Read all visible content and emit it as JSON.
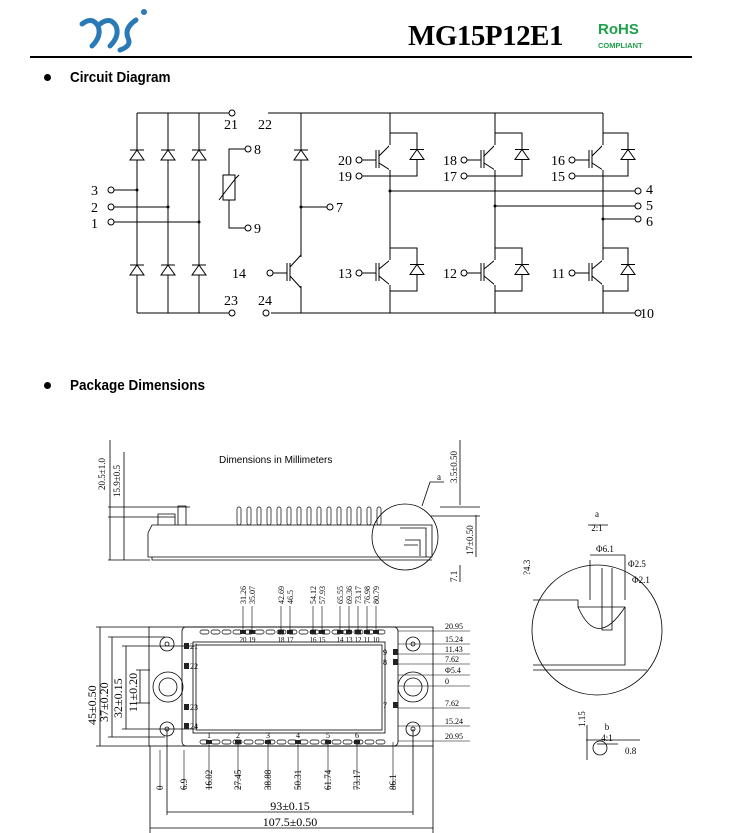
{
  "header": {
    "logo_icon": "company-logo-swirl",
    "logo_color": "#2a7ab8",
    "title": "MG15P12E1",
    "rohs": "RoHS",
    "compliant": "COMPLIANT",
    "rohs_color": "#1fa04a"
  },
  "sections": {
    "circuit": "Circuit Diagram",
    "package": "Package Dimensions"
  },
  "circuit": {
    "inputs": [
      "3",
      "2",
      "1"
    ],
    "t21": "21",
    "t22": "22",
    "t23": "23",
    "t24": "24",
    "t8": "8",
    "t9": "9",
    "t7": "7",
    "t14": "14",
    "upper_gates": [
      "20",
      "18",
      "16"
    ],
    "upper_emitters": [
      "19",
      "17",
      "15"
    ],
    "lower_gates": [
      "13",
      "12",
      "11"
    ],
    "outputs": [
      "4",
      "5",
      "6"
    ],
    "t10": "10"
  },
  "package": {
    "note": "Dimensions in Millimeters",
    "side": {
      "h_total": "20.5±1.0",
      "h_body": "15.9±0.5",
      "pin": "3.5±0.50",
      "h17": "17±0.50",
      "h7": "7.1",
      "detail_ref": "a"
    },
    "top_pin_dims": [
      "31.26",
      "35.07",
      "42.69",
      "46.5",
      "54.12",
      "57.93",
      "65.55",
      "69.36",
      "73.17",
      "76.98",
      "80.79"
    ],
    "top_pin_numbers": [
      "20",
      "19",
      "18",
      "17",
      "16",
      "15",
      "14",
      "13",
      "12",
      "11",
      "10"
    ],
    "bottom_pin_numbers": [
      "1",
      "2",
      "3",
      "4",
      "5",
      "6"
    ],
    "left_pin_numbers": [
      "21",
      "22",
      "23",
      "24"
    ],
    "right_pin_numbers": [
      "9",
      "8",
      "7"
    ],
    "bottom_dims": [
      "0",
      "6.9",
      "16.02",
      "27.45",
      "38.88",
      "50.31",
      "61.74",
      "73.17",
      "86.1"
    ],
    "right_dims": [
      "20.95",
      "15.24",
      "11.43",
      "7.62",
      "Φ5.4",
      "0",
      "7.62",
      "15.24",
      "20.95"
    ],
    "left_dims": [
      "45±0.50",
      "37±0.20",
      "32±0.15",
      "11±0.20"
    ],
    "width_inner": "93±0.15",
    "width_outer": "107.5±0.50",
    "detail_a": {
      "label": "a",
      "scale": "2:1",
      "d1": "Φ6.1",
      "d2": "Φ2.5",
      "d3": "Φ2.1",
      "h": "?4.3"
    },
    "detail_b": {
      "label": "b",
      "scale": "4:1",
      "h": "1.15",
      "w": "0.8"
    }
  }
}
